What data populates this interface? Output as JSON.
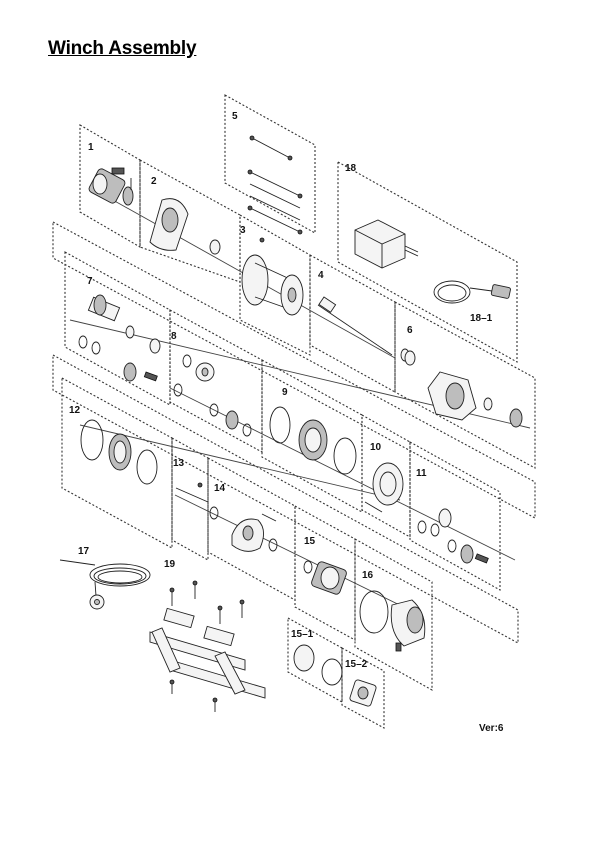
{
  "title": "Winch Assembly",
  "version": "Ver:6",
  "callouts": {
    "c1": "1",
    "c2": "2",
    "c3": "3",
    "c4": "4",
    "c5": "5",
    "c6": "6",
    "c7": "7",
    "c8": "8",
    "c9": "9",
    "c10": "10",
    "c11": "11",
    "c12": "12",
    "c13": "13",
    "c14": "14",
    "c15": "15",
    "c15_1": "15–1",
    "c15_2": "15–2",
    "c16": "16",
    "c17": "17",
    "c18": "18",
    "c18_1": "18–1",
    "c19": "19"
  }
}
